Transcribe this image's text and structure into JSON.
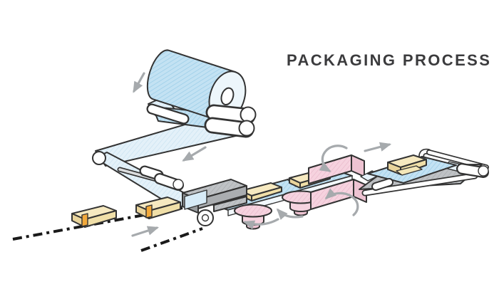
{
  "title": "PACKAGING PROCESS",
  "colors": {
    "background": "#ffffff",
    "title-color": "#3b3b3d",
    "outline": "#333333",
    "arrow-gray": "#a6aaad",
    "film-blue": "#c3e2f3",
    "film-blue-light": "#e4f1f9",
    "film-white": "#f2f8fc",
    "machine-gray": "#bfc2c5",
    "machine-gray-dark": "#979b9e",
    "seal-pink": "#f6d3df",
    "seal-pink-dark": "#eec3d2",
    "product-cream": "#f6e9c0",
    "product-cream-dark": "#e9d49b",
    "tab-orange": "#f2a93b",
    "path-black": "#1a1a1a"
  },
  "components": [
    {
      "id": "film-roll",
      "label": "film roll"
    },
    {
      "id": "guide-rollers",
      "label": "guide rollers"
    },
    {
      "id": "film-web",
      "label": "film web"
    },
    {
      "id": "forming-box",
      "label": "forming box"
    },
    {
      "id": "infeed-path",
      "label": "product infeed path"
    },
    {
      "id": "infeed-products",
      "label": "products entering wrapper"
    },
    {
      "id": "film-tube-conveyor",
      "label": "film tube with products"
    },
    {
      "id": "fin-seal-wheels",
      "label": "fin seal wheels"
    },
    {
      "id": "cross-seal-jaws",
      "label": "cross seal and cut-off jaws"
    },
    {
      "id": "discharge-conveyor",
      "label": "discharge conveyor"
    },
    {
      "id": "wrapped-package",
      "label": "wrapped package"
    }
  ],
  "flow_arrows": [
    {
      "id": "film-unwind-arrow",
      "direction": "down-left"
    },
    {
      "id": "film-feed-arrow",
      "direction": "down-left"
    },
    {
      "id": "product-infeed-arrow",
      "direction": "up-right"
    },
    {
      "id": "fin-wheel-arrow-1",
      "direction": "counterclockwise"
    },
    {
      "id": "fin-wheel-arrow-2",
      "direction": "counterclockwise"
    },
    {
      "id": "upper-jaw-arrow",
      "direction": "rotating"
    },
    {
      "id": "lower-jaw-arrow",
      "direction": "rotating"
    },
    {
      "id": "package-outfeed-arrow",
      "direction": "up-right"
    }
  ]
}
